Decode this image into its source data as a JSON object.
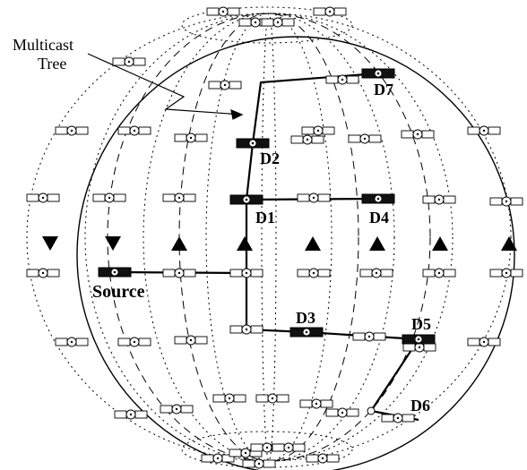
{
  "diagram": {
    "annotation": [
      "Multicast",
      "Tree"
    ],
    "labels": {
      "source": "Source",
      "d1": "D1",
      "d2": "D2",
      "d3": "D3",
      "d4": "D4",
      "d5": "D5",
      "d6": "D6",
      "d7": "D7"
    },
    "nodes": [
      {
        "id": "source",
        "role": "source"
      },
      {
        "id": "d1",
        "role": "destination"
      },
      {
        "id": "d2",
        "role": "destination"
      },
      {
        "id": "d3",
        "role": "destination"
      },
      {
        "id": "d4",
        "role": "destination"
      },
      {
        "id": "d5",
        "role": "destination"
      },
      {
        "id": "d6",
        "role": "destination"
      },
      {
        "id": "d7",
        "role": "destination"
      }
    ],
    "direction_markers": [
      "down",
      "down",
      "up",
      "up",
      "up",
      "up",
      "up",
      "up"
    ],
    "colors": {
      "line": "#000000",
      "satellite_fill": "#ffffff",
      "highlight_fill": "#111111"
    }
  }
}
